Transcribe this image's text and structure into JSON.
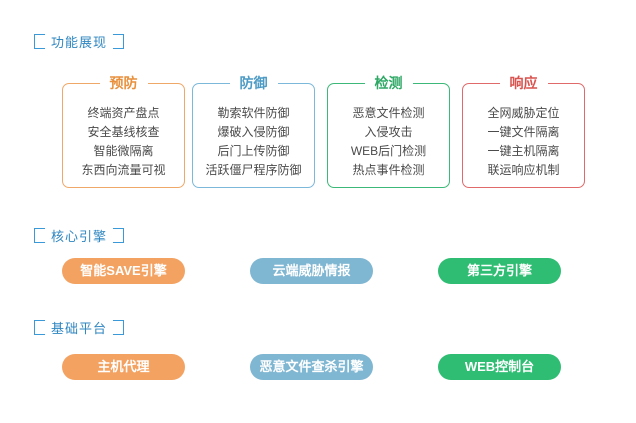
{
  "sections": [
    {
      "label": "功能展现"
    },
    {
      "label": "核心引擎"
    },
    {
      "label": "基础平台"
    }
  ],
  "cards": [
    {
      "title": "预防",
      "color": "#e8903c",
      "items": [
        "终端资产盘点",
        "安全基线核查",
        "智能微隔离",
        "东西向流量可视"
      ]
    },
    {
      "title": "防御",
      "color": "#4d9bc4",
      "items": [
        "勒索软件防御",
        "爆破入侵防御",
        "后门上传防御",
        "活跃僵尸程序防御"
      ]
    },
    {
      "title": "检测",
      "color": "#2fa866",
      "items": [
        "恶意文件检测",
        "入侵攻击",
        "WEB后门检测",
        "热点事件检测"
      ]
    },
    {
      "title": "响应",
      "color": "#d9534f",
      "items": [
        "全网威胁定位",
        "一键文件隔离",
        "一键主机隔离",
        "联运响应机制"
      ]
    }
  ],
  "engines": [
    {
      "label": "智能SAVE引擎",
      "color": "#f3a261"
    },
    {
      "label": "云端威胁情报",
      "color": "#7fb6d2"
    },
    {
      "label": "第三方引擎",
      "color": "#2ebd72"
    }
  ],
  "platform": [
    {
      "label": "主机代理",
      "color": "#f3a261"
    },
    {
      "label": "恶意文件查杀引擎",
      "color": "#7fb6d2"
    },
    {
      "label": "WEB控制台",
      "color": "#2ebd72"
    }
  ]
}
